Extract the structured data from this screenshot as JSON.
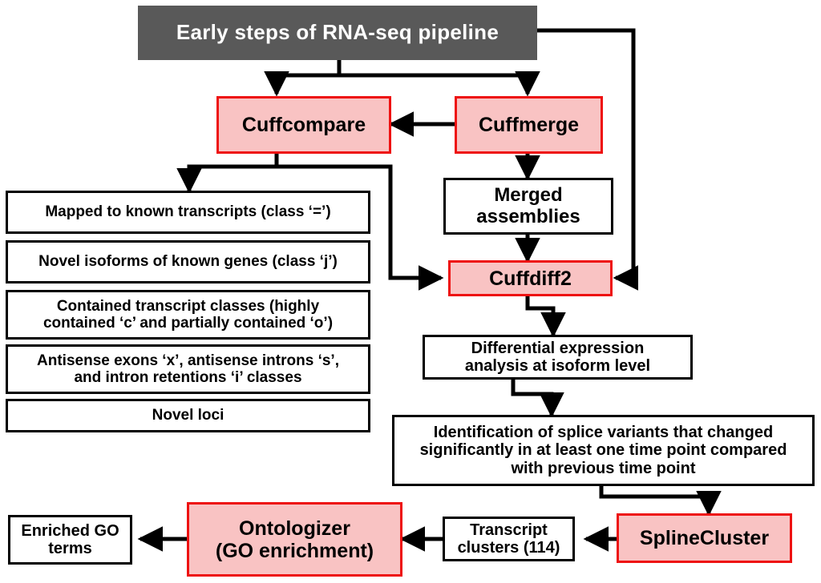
{
  "diagram": {
    "title": "Early  steps of RNA-seq  pipeline",
    "colors": {
      "header_fill": "#595959",
      "header_text": "#ffffff",
      "pink_fill": "#f9c3c3",
      "pink_border": "#ee1111",
      "plain_fill": "#ffffff",
      "plain_border": "#000000",
      "connector": "#000000",
      "background": "#ffffff"
    },
    "nodes": {
      "header": {
        "label": "Early  steps of RNA-seq  pipeline"
      },
      "cuffcompare": {
        "label": "Cuffcompare"
      },
      "cuffmerge": {
        "label": "Cuffmerge"
      },
      "merged_assemblies": {
        "label": "Merged\nassemblies"
      },
      "cuffdiff2": {
        "label": "Cuffdiff2"
      },
      "class_equals": {
        "label": "Mapped to known transcripts (class ‘=’)"
      },
      "class_j": {
        "label": "Novel isoforms of known genes (class ‘j’)"
      },
      "class_co": {
        "label": "Contained transcript classes (highly\ncontained ‘c’ and partially contained ‘o’)"
      },
      "class_xsi": {
        "label": "Antisense exons ‘x’, antisense introns ‘s’,\nand intron retentions ‘i’ classes"
      },
      "novel_loci": {
        "label": "Novel loci"
      },
      "diff_expression": {
        "label": "Differential expression\nanalysis at isoform level"
      },
      "identification": {
        "label": "Identification of splice variants that changed\nsignificantly in at least one time point compared\nwith previous time point"
      },
      "splinecluster": {
        "label": "SplineCluster"
      },
      "transcript_clusters": {
        "label": "Transcript\nclusters (114)"
      },
      "ontologizer": {
        "label": "Ontologizer\n(GO enrichment)"
      },
      "enriched_go": {
        "label": "Enriched GO\nterms"
      }
    },
    "edges": [
      {
        "from": "header",
        "to": "cuffcompare"
      },
      {
        "from": "header",
        "to": "cuffmerge"
      },
      {
        "from": "header",
        "to": "cuffdiff2"
      },
      {
        "from": "cuffmerge",
        "to": "cuffcompare"
      },
      {
        "from": "cuffmerge",
        "to": "merged_assemblies"
      },
      {
        "from": "merged_assemblies",
        "to": "cuffdiff2"
      },
      {
        "from": "cuffcompare",
        "to": "class_equals"
      },
      {
        "from": "cuffcompare",
        "to": "cuffdiff2"
      },
      {
        "from": "cuffdiff2",
        "to": "diff_expression"
      },
      {
        "from": "diff_expression",
        "to": "identification"
      },
      {
        "from": "identification",
        "to": "splinecluster"
      },
      {
        "from": "splinecluster",
        "to": "transcript_clusters"
      },
      {
        "from": "transcript_clusters",
        "to": "ontologizer"
      },
      {
        "from": "ontologizer",
        "to": "enriched_go"
      }
    ]
  }
}
